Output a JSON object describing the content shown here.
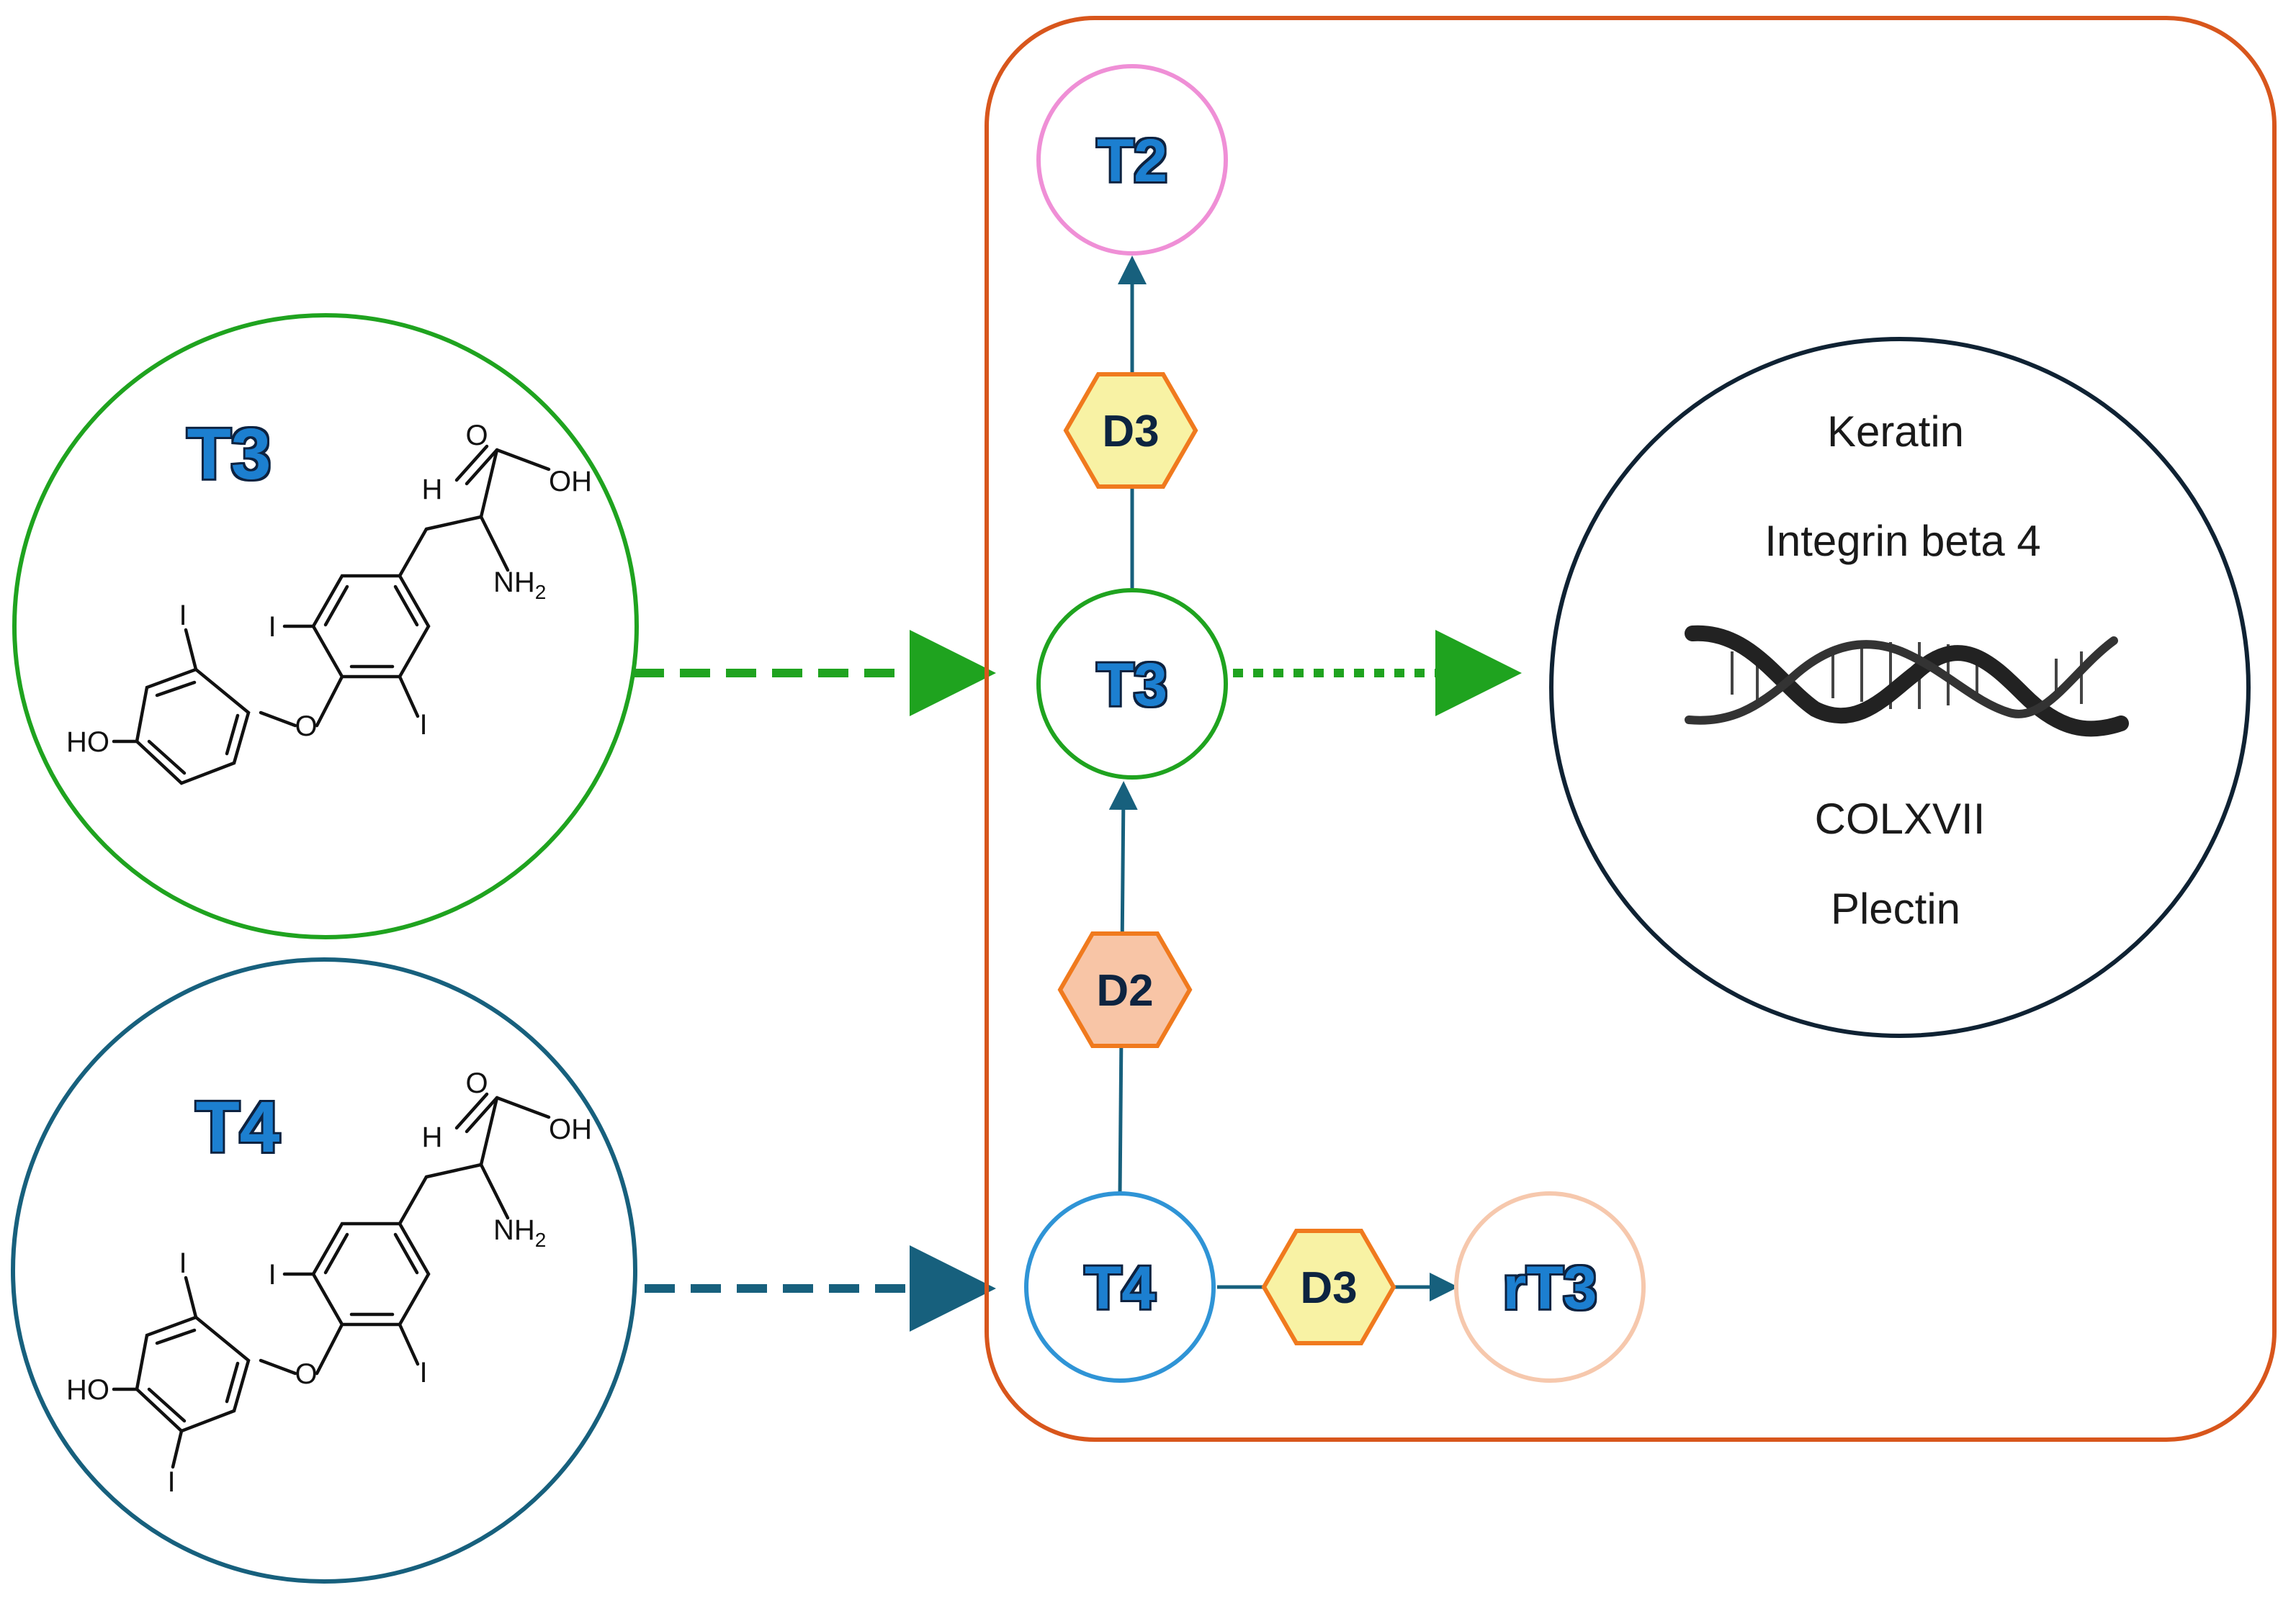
{
  "outer": {
    "t3": {
      "label": "T3",
      "color": "#1fa31f"
    },
    "t4": {
      "label": "T4",
      "color": "#17607d"
    }
  },
  "cell": {
    "border_color": "#d8561c",
    "nodes": {
      "t2": {
        "label": "T2",
        "border": "#ef8fd6"
      },
      "t3": {
        "label": "T3",
        "border": "#1fa31f"
      },
      "t4": {
        "label": "T4",
        "border": "#2f94d6"
      },
      "rt3": {
        "label": "rT3",
        "border": "#f6c8ad"
      }
    },
    "label_color": "#1f7fd0",
    "enzymes": {
      "d3_top": {
        "label": "D3",
        "fill": "#f8f2a4"
      },
      "d2": {
        "label": "D2",
        "fill": "#f8c5a6"
      },
      "d3_bottom": {
        "label": "D3",
        "fill": "#f8f2a4"
      },
      "border": "#f07a1e"
    },
    "arrow_color": "#17607d"
  },
  "genes": {
    "border": "#0f2233",
    "items": [
      "Keratin",
      "Integrin beta 4",
      "COLXVII",
      "Plectin"
    ]
  },
  "chem": {
    "carboxyl_o": "O",
    "hydroxyl": "OH",
    "h": "H",
    "nh": "NH",
    "sub2": "2",
    "iodine": "I",
    "ether_o": "O",
    "phenol": "HO"
  }
}
